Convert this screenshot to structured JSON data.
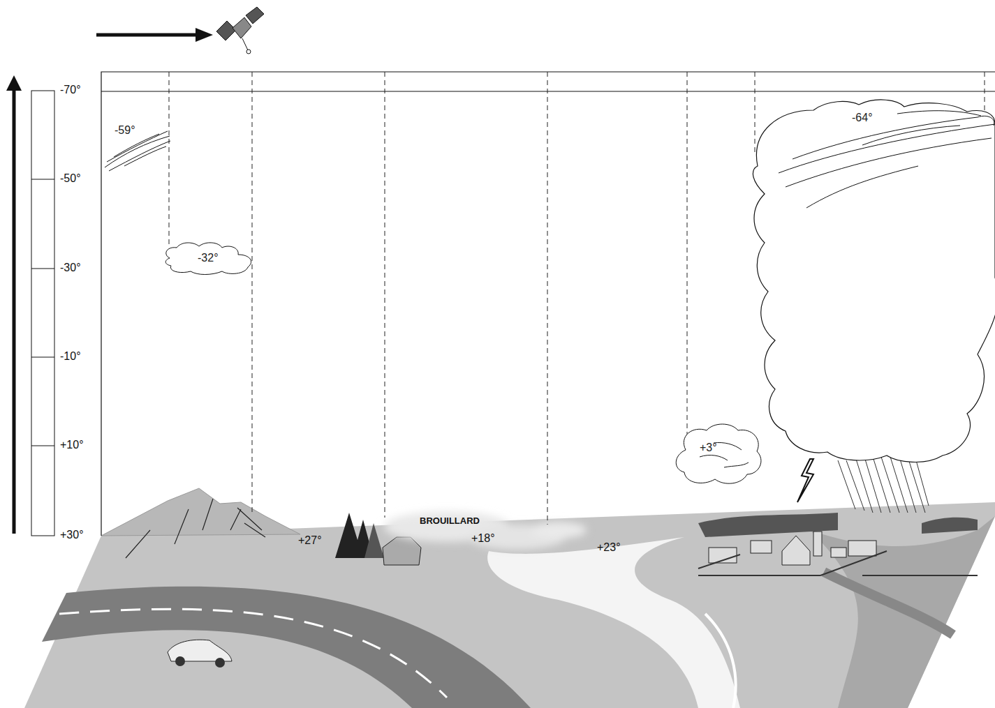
{
  "diagram": {
    "nodes": [
      {
        "text": [
          "-59°"
        ]
      },
      {
        "text": [
          "-32°"
        ]
      },
      {
        "text": [
          "+3°"
        ]
      },
      {
        "text": [
          "-64°"
        ]
      }
    ],
    "labels": [
      "-70°",
      "-50°",
      "-30°",
      "-10°",
      "+10°",
      "+30°",
      "BROUILLARD",
      "+27°",
      "+18°",
      "+23°"
    ]
  }
}
